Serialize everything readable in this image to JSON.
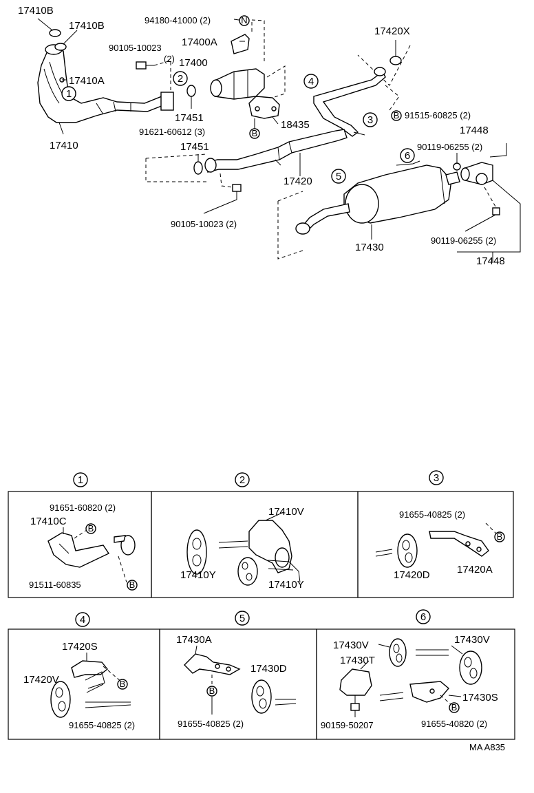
{
  "labels": {
    "p17410b_a": "17410B",
    "p17410b_b": "17410B",
    "p17410a": "17410A",
    "p17410": "17410",
    "p94180": "94180-41000 (2)",
    "p90105_top": "90105-10023",
    "p90105_top_qty": "(2)",
    "p17400a": "17400A",
    "p17400": "17400",
    "p17451_a": "17451",
    "p91621": "91621-60612 (3)",
    "p18435": "18435",
    "p17420x": "17420X",
    "p91515": "91515-60825 (2)",
    "p17448_a": "17448",
    "p90119_a": "90119-06255 (2)",
    "p17451_b": "17451",
    "p17420": "17420",
    "p90105_bot": "90105-10023 (2)",
    "p17430": "17430",
    "p90119_b": "90119-06255 (2)",
    "p17448_b": "17448",
    "d1_91651": "91651-60820 (2)",
    "d1_17410c": "17410C",
    "d1_91511": "91511-60835",
    "d2_17410v": "17410V",
    "d2_17410y_a": "17410Y",
    "d2_17410y_b": "17410Y",
    "d3_91655": "91655-40825 (2)",
    "d3_17420d": "17420D",
    "d3_17420a": "17420A",
    "d4_17420s": "17420S",
    "d4_17420v": "17420V",
    "d4_91655": "91655-40825 (2)",
    "d5_17430a": "17430A",
    "d5_17430d": "17430D",
    "d5_91655": "91655-40825 (2)",
    "d6_17430v_a": "17430V",
    "d6_17430v_b": "17430V",
    "d6_17430t": "17430T",
    "d6_17430s": "17430S",
    "d6_90159": "90159-50207",
    "d6_91655": "91655-40820 (2)",
    "footer": "MA A835"
  },
  "callouts": {
    "c1": "1",
    "c2": "2",
    "c3": "3",
    "c4": "4",
    "c5": "5",
    "c6": "6",
    "b": "B",
    "n": "N"
  }
}
